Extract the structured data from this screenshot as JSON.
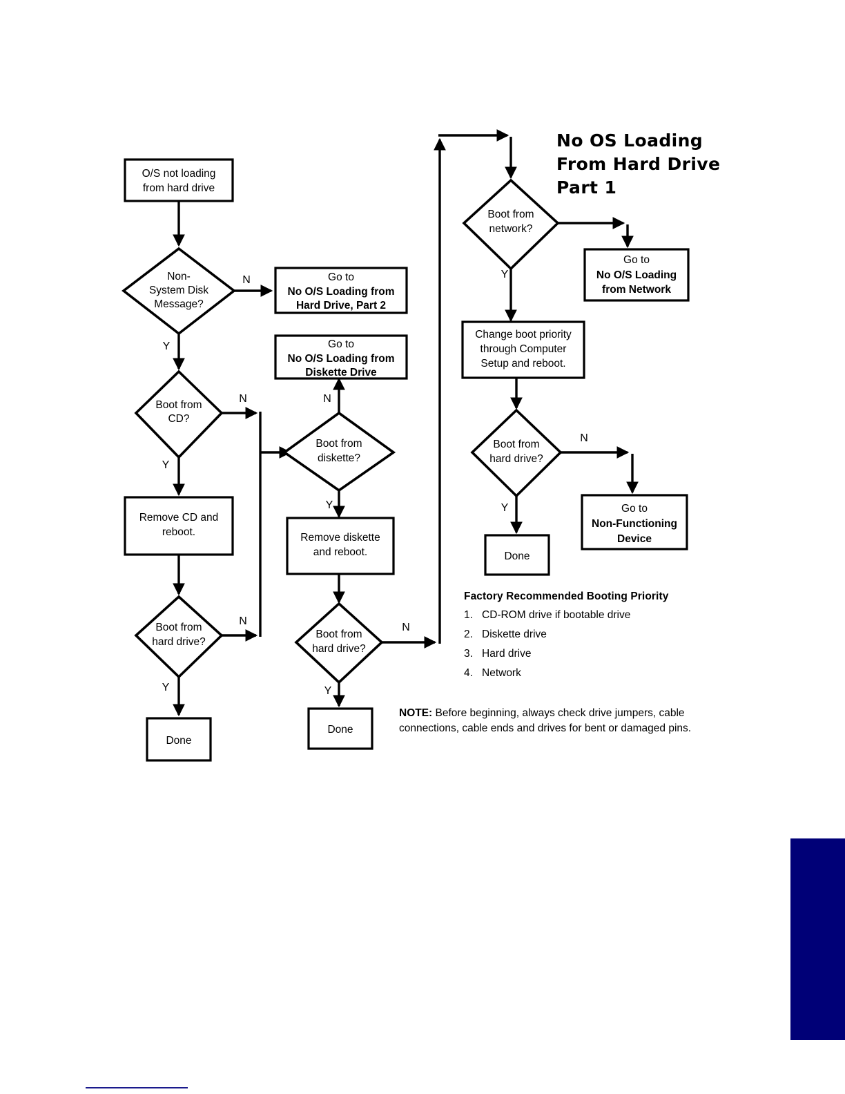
{
  "page": {
    "title": "No OS Loading From Hard Drive Part 1",
    "title_lines": [
      "No OS Loading",
      "From Hard Drive",
      "Part 1"
    ]
  },
  "colors": {
    "line": "#000000",
    "node_fill": "#ffffff",
    "background": "#ffffff",
    "accent_navy": "#000077",
    "footer_rule": "#1a1a8c"
  },
  "flow": {
    "nodes": [
      {
        "id": "start",
        "type": "process",
        "lines": [
          "O/S not loading",
          "from hard drive"
        ]
      },
      {
        "id": "non_system_disk",
        "type": "decision",
        "lines": [
          "Non-",
          "System Disk",
          "Message?"
        ]
      },
      {
        "id": "goto_part2",
        "type": "process",
        "lines": [
          "Go to",
          "No O/S Loading from",
          "Hard Drive, Part 2"
        ],
        "bold_lines": [
          1,
          2
        ]
      },
      {
        "id": "boot_cd",
        "type": "decision",
        "lines": [
          "Boot from",
          "CD?"
        ]
      },
      {
        "id": "remove_cd",
        "type": "process",
        "lines": [
          "Remove CD and",
          "reboot."
        ]
      },
      {
        "id": "boot_hd_left",
        "type": "decision",
        "lines": [
          "Boot from",
          "hard drive?"
        ]
      },
      {
        "id": "done_left",
        "type": "process",
        "lines": [
          "Done"
        ]
      },
      {
        "id": "goto_diskette",
        "type": "process",
        "lines": [
          "Go to",
          "No O/S Loading from",
          "Diskette Drive"
        ],
        "bold_lines": [
          1,
          2
        ]
      },
      {
        "id": "boot_diskette",
        "type": "decision",
        "lines": [
          "Boot from",
          "diskette?"
        ]
      },
      {
        "id": "remove_diskette",
        "type": "process",
        "lines": [
          "Remove diskette",
          "and reboot."
        ]
      },
      {
        "id": "boot_hd_mid",
        "type": "decision",
        "lines": [
          "Boot from",
          "hard drive?"
        ]
      },
      {
        "id": "done_mid",
        "type": "process",
        "lines": [
          "Done"
        ]
      },
      {
        "id": "boot_network",
        "type": "decision",
        "lines": [
          "Boot from",
          "network?"
        ]
      },
      {
        "id": "goto_network",
        "type": "process",
        "lines": [
          "Go to",
          "No O/S Loading",
          "from Network"
        ],
        "bold_lines": [
          1,
          2
        ]
      },
      {
        "id": "change_priority",
        "type": "process",
        "lines": [
          "Change boot priority",
          "through Computer",
          "Setup and reboot."
        ]
      },
      {
        "id": "boot_hd_right",
        "type": "decision",
        "lines": [
          "Boot from",
          "hard drive?"
        ]
      },
      {
        "id": "done_right",
        "type": "process",
        "lines": [
          "Done"
        ]
      },
      {
        "id": "goto_nonfunc",
        "type": "process",
        "lines": [
          "Go to",
          "Non-Functioning",
          "Device"
        ],
        "bold_lines": [
          1,
          2
        ]
      }
    ],
    "branch_labels": {
      "non_system_disk_n": "N",
      "non_system_disk_y": "Y",
      "boot_cd_n": "N",
      "boot_cd_y": "Y",
      "boot_hd_left_n": "N",
      "boot_hd_left_y": "Y",
      "boot_diskette_n": "N",
      "boot_diskette_y": "Y",
      "boot_hd_mid_n": "N",
      "boot_hd_mid_y": "Y",
      "boot_network_y": "Y",
      "boot_hd_right_n": "N",
      "boot_hd_right_y": "Y"
    }
  },
  "priority": {
    "heading": "Factory Recommended Booting Priority",
    "items": [
      {
        "num": "1.",
        "text": "CD-ROM drive if bootable drive"
      },
      {
        "num": "2.",
        "text": "Diskette drive"
      },
      {
        "num": "3.",
        "text": "Hard drive"
      },
      {
        "num": "4.",
        "text": "Network"
      }
    ]
  },
  "note": {
    "label": "NOTE:",
    "text": " Before beginning, always check drive jumpers, cable connections, cable ends and drives for bent or damaged pins."
  }
}
